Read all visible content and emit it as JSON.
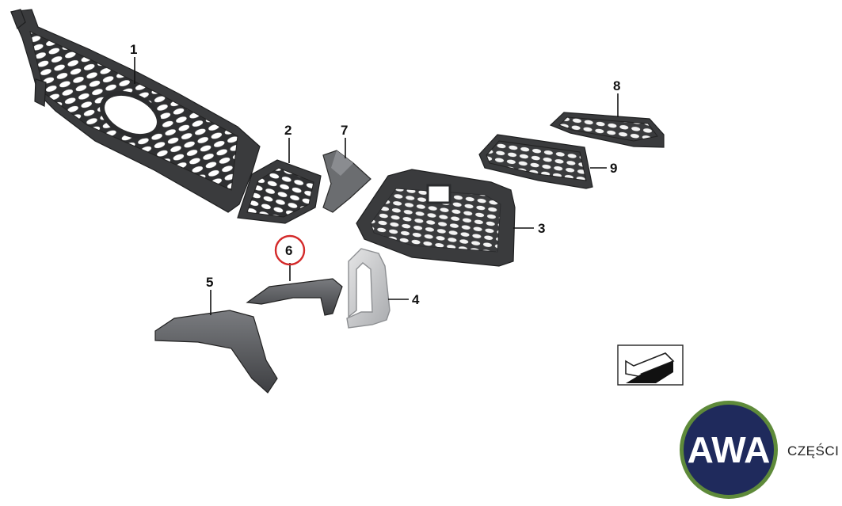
{
  "callouts": [
    {
      "id": "1",
      "label": "1"
    },
    {
      "id": "2",
      "label": "2"
    },
    {
      "id": "3",
      "label": "3"
    },
    {
      "id": "4",
      "label": "4"
    },
    {
      "id": "5",
      "label": "5"
    },
    {
      "id": "6",
      "label": "6",
      "highlighted": true
    },
    {
      "id": "7",
      "label": "7"
    },
    {
      "id": "8",
      "label": "8"
    },
    {
      "id": "9",
      "label": "9"
    }
  ],
  "highlight_color": "#d42a2a",
  "logo": {
    "text": "AWA",
    "side_text": "CZĘŚCI",
    "ring_color": "#5e8a3a",
    "fill_color": "#1f2a5c"
  }
}
